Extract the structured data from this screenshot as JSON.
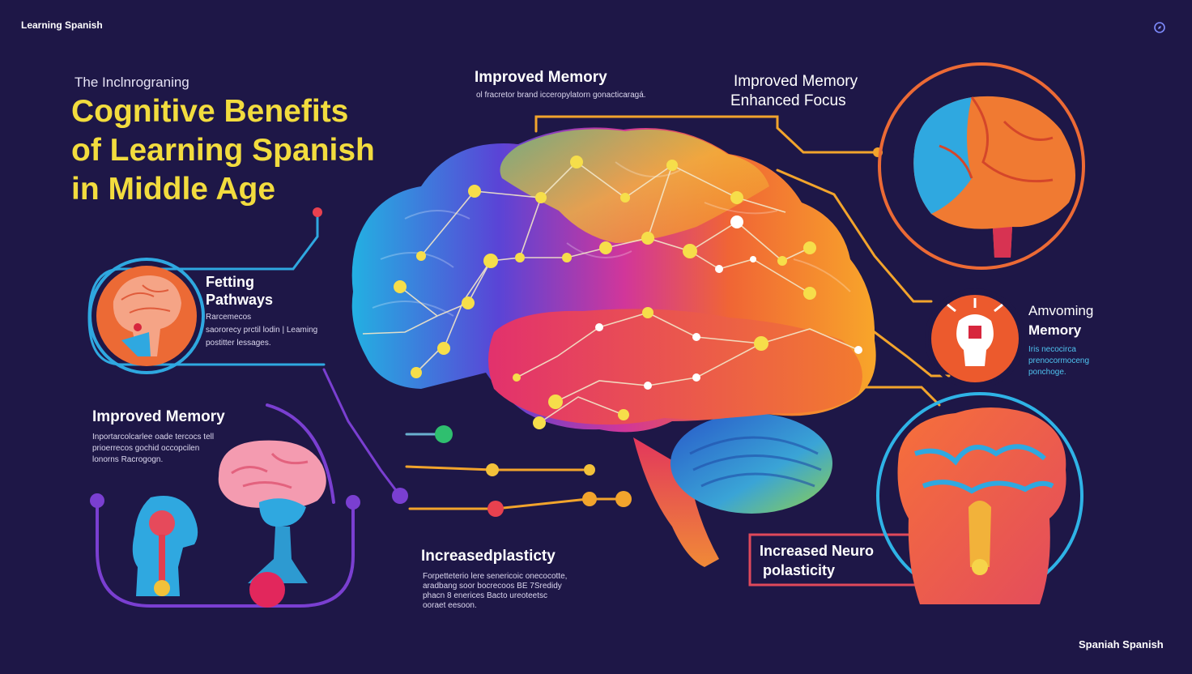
{
  "header": {
    "brand": "Learning Spanish",
    "kicker": "The Inclnrograning",
    "title_line1": "Cognitive Benefits",
    "title_line2": "of Learning Spanish",
    "title_line3": "in Middle Age"
  },
  "footer": {
    "brand": "Spaniah Spanish"
  },
  "callouts": {
    "top_center": {
      "title": "Improved Memory",
      "text": "ol fracretor brand icceropylatorn gonacticaragá."
    },
    "top_right": {
      "title_line1": "Improved Memory",
      "title_line2": "Enhanced Focus"
    },
    "left_mid": {
      "title_line1": "Fetting",
      "title_line2": "Pathways",
      "text_line1": "Rarcemecos",
      "text_line2": "saororecy prctil lodin | Leaming",
      "text_line3": "postitter lessages."
    },
    "left_low": {
      "title": "Improved Memory",
      "text_line1": "Inportarcolcarlee oade tercocs tell",
      "text_line2": "prioerrecos gochid occopcilen",
      "text_line3": "lonorns Racrogogn."
    },
    "bottom_center": {
      "title": "Increasedplasticty",
      "text_line1": "Forpetteterio lere senericoic onecocotte,",
      "text_line2": "aradbang soor bocrecoos BE 7Sredidy",
      "text_line3": "phacn 8 enerices Bacto ureoteetsc",
      "text_line4": "ooraet eesoon."
    },
    "right_mid": {
      "title_line1": "Amvoming",
      "title_line2": "Memory",
      "text_line1": "Iris necocirca",
      "text_line2": "prenocormoceng",
      "text_line3": "ponchoge."
    },
    "right_low": {
      "title_line1": "Increased Neuro",
      "title_line2": "polasticity"
    }
  },
  "colors": {
    "background": "#1e1747",
    "title_yellow": "#f2dc3e",
    "line_orange": "#f2a42c",
    "line_blue": "#2fa8e0",
    "line_purple": "#7a3fd1",
    "ring_orange": "#ec6a35",
    "ring_blue": "#2fb3e6"
  },
  "icons": [
    "compass-icon",
    "brain-icon",
    "head-profile-icon",
    "lightbulb-head-icon"
  ]
}
